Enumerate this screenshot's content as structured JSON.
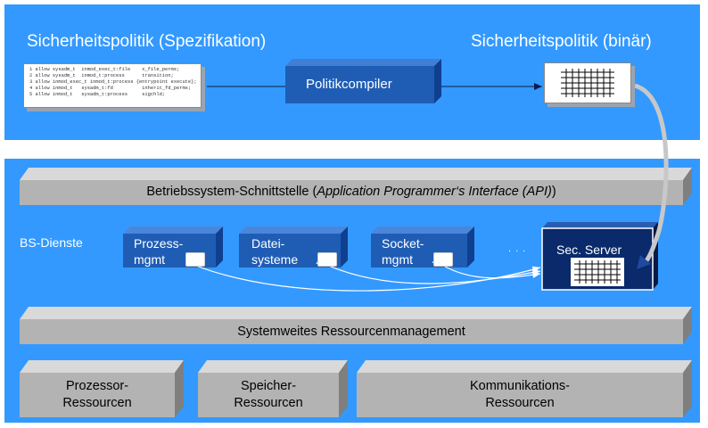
{
  "spec": {
    "title": "Sicherheitspolitik (Spezifikation)",
    "code_lines": [
      "1 allow sysadm_t  inmod_exec_t:file    x_file_perms;",
      "2 allow sysadm_t  inmod_t:process      transition;",
      "3 allow inmod_exec_t inmod_t:process {entrypoint execute};",
      "4 allow inmod_t   sysadm_t:fd          inherit_fd_perms;",
      "5 allow inmod_t   sysadm_t:process     sigchld;"
    ]
  },
  "compiler": {
    "label": "Politikcompiler"
  },
  "binary": {
    "title": "Sicherheitspolitik (binär)"
  },
  "api": {
    "label_plain": "Betriebssystem-Schnittstelle (",
    "label_italic": "Application Programmer‘s Interface (API)",
    "label_end": ")"
  },
  "services": {
    "section_label": "BS-Dienste",
    "items": [
      {
        "line1": "Prozess-",
        "line2": "mgmt"
      },
      {
        "line1": "Datei-",
        "line2": "systeme"
      },
      {
        "line1": "Socket-",
        "line2": "mgmt"
      }
    ],
    "ellipsis": ". . .",
    "security_server": "Sec. Server"
  },
  "resource_management": {
    "label": "Systemweites Ressourcenmanagement"
  },
  "resources": [
    {
      "line1": "Prozessor-",
      "line2": "Ressourcen"
    },
    {
      "line1": "Speicher-",
      "line2": "Ressourcen"
    },
    {
      "line1": "Kommunikations-",
      "line2": "Ressourcen"
    }
  ],
  "colors": {
    "panel": "#3399ff",
    "box_blue": "#1f5db5",
    "box_dark": "#0a2a6b",
    "slab_grey": "#b3b3b3"
  }
}
